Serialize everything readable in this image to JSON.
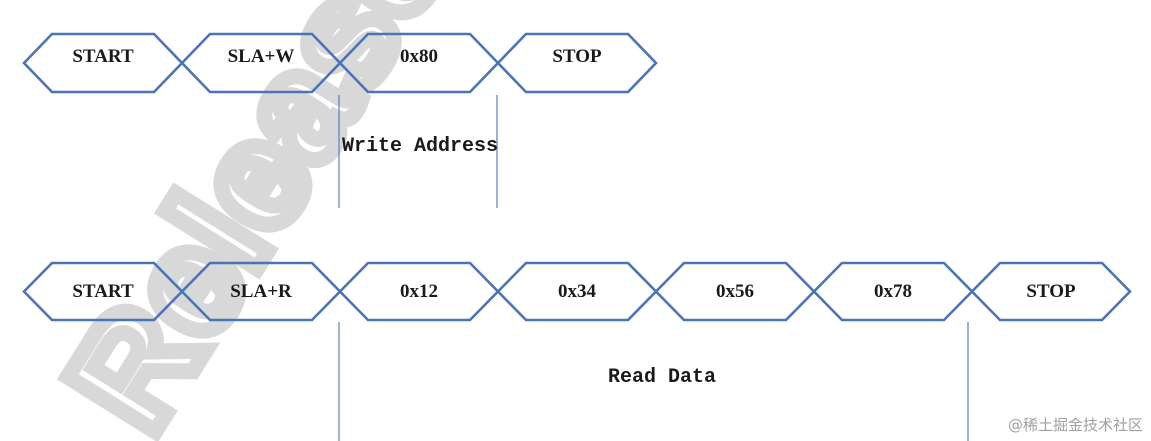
{
  "watermark": "Release",
  "credit": "@稀土掘金技术社区",
  "colors": {
    "stroke": "#4a74b8",
    "marker": "#5a7fbd"
  },
  "write_transaction": {
    "segments": [
      "START",
      "SLA+W",
      "0x80",
      "STOP"
    ],
    "annotation": "Write Address"
  },
  "read_transaction": {
    "segments": [
      "START",
      "SLA+R",
      "0x12",
      "0x34",
      "0x56",
      "0x78",
      "STOP"
    ],
    "annotation": "Read Data"
  }
}
